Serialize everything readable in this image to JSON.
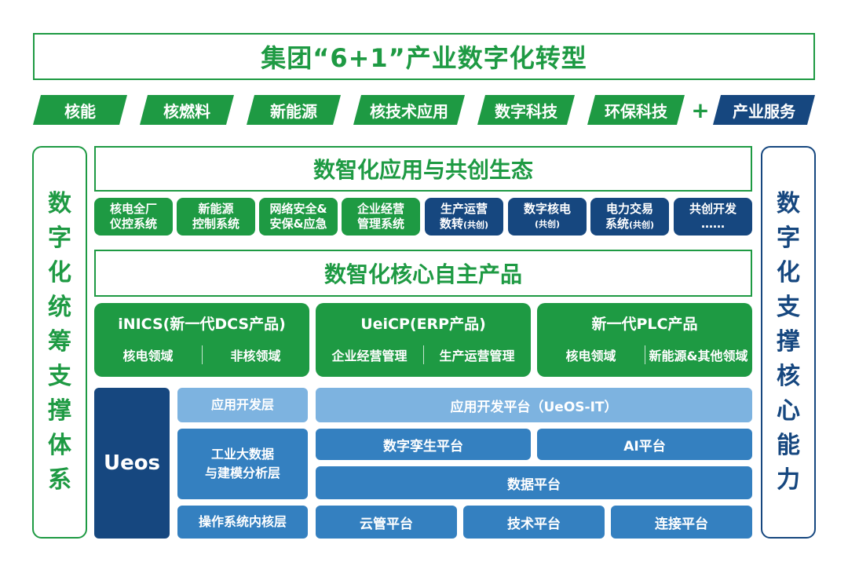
{
  "header": {
    "title": "集团“6+1”产业数字化转型"
  },
  "industries": {
    "items": [
      "核能",
      "核燃料",
      "新能源",
      "核技术应用",
      "数字科技",
      "环保科技"
    ],
    "plus": "+",
    "service": "产业服务"
  },
  "left_pillar": {
    "chars": [
      "数",
      "字",
      "化",
      "统",
      "筹",
      "支",
      "撑",
      "体",
      "系"
    ]
  },
  "right_pillar": {
    "chars": [
      "数",
      "字",
      "化",
      "支",
      "撑",
      "核",
      "心",
      "能",
      "力"
    ]
  },
  "ecosystem": {
    "title": "数智化应用与共创生态",
    "apps": [
      {
        "line1": "核电全厂",
        "line2": "仪控系统",
        "note": ""
      },
      {
        "line1": "新能源",
        "line2": "控制系统",
        "note": ""
      },
      {
        "line1": "网络安全&",
        "line2": "安保&应急",
        "note": ""
      },
      {
        "line1": "企业经营",
        "line2": "管理系统",
        "note": ""
      },
      {
        "line1": "生产运营",
        "line2": "数转",
        "note": "(共创)"
      },
      {
        "line1": "数字核电",
        "line2": "",
        "note": "(共创)"
      },
      {
        "line1": "电力交易",
        "line2": "系统",
        "note": "(共创)"
      },
      {
        "line1": "共创开发",
        "line2": "……",
        "note": ""
      }
    ]
  },
  "core_products": {
    "title": "数智化核心自主产品",
    "products": [
      {
        "title": "iNICS(新一代DCS产品)",
        "left": "核电领域",
        "right": "非核领域"
      },
      {
        "title": "UeiCP(ERP产品)",
        "left": "企业经营管理",
        "right": "生产运营管理"
      },
      {
        "title": "新一代PLC产品",
        "left": "核电领域",
        "right": "新能源&其他领域"
      }
    ]
  },
  "ueos": {
    "label": "Ueos",
    "layers": {
      "app_dev": "应用开发层",
      "bigdata_line1": "工业大数据",
      "bigdata_line2": "与建模分析层",
      "os_kernel": "操作系统内核层"
    },
    "platforms": {
      "app_dev": "应用开发平台（UeOS-IT）",
      "digital_twin": "数字孪生平台",
      "ai": "AI平台",
      "data": "数据平台",
      "cloud": "云管平台",
      "tech": "技术平台",
      "connect": "连接平台"
    }
  },
  "colors": {
    "green": "#1e9a43",
    "navy": "#16477f",
    "mid_blue": "#3480c0",
    "light_blue": "#7db3e0"
  }
}
